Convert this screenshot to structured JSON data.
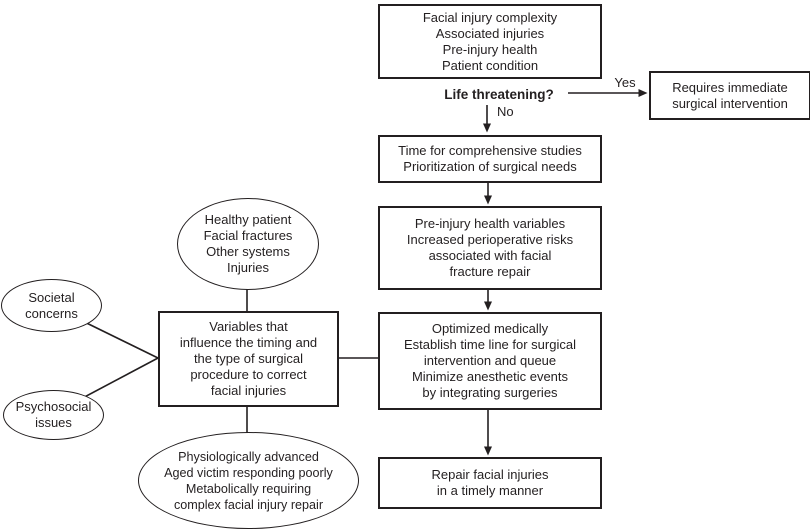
{
  "colors": {
    "ink": "#231f20",
    "background": "#ffffff",
    "node_fill": "#ffffff"
  },
  "labels": {
    "decision": "Life threatening?",
    "yes": "Yes",
    "no": "No"
  },
  "nodes": {
    "assessment": {
      "shape": "rect",
      "lines": [
        "Facial injury complexity",
        "Associated injuries",
        "Pre-injury health",
        "Patient condition"
      ]
    },
    "immediate": {
      "shape": "rect",
      "lines": [
        "Requires immediate",
        "surgical intervention"
      ]
    },
    "studies": {
      "shape": "rect",
      "lines": [
        "Time for comprehensive studies",
        "Prioritization of surgical needs"
      ]
    },
    "risks": {
      "shape": "rect",
      "lines": [
        "Pre-injury health variables",
        "Increased perioperative risks",
        "associated with facial",
        "fracture repair"
      ]
    },
    "optimized": {
      "shape": "rect",
      "lines": [
        "Optimized medically",
        "Establish time line for surgical",
        "intervention and queue",
        "Minimize anesthetic events",
        "by integrating surgeries"
      ]
    },
    "repair": {
      "shape": "rect",
      "lines": [
        "Repair facial injuries",
        "in a timely manner"
      ]
    },
    "variables": {
      "shape": "rect",
      "lines": [
        "Variables that",
        "influence the timing and",
        "the type of surgical",
        "procedure to correct",
        "facial injuries"
      ]
    },
    "healthy": {
      "shape": "ellipse",
      "lines": [
        "Healthy patient",
        "Facial fractures",
        "Other systems",
        "Injuries"
      ]
    },
    "societal": {
      "shape": "ellipse",
      "lines": [
        "Societal",
        "concerns"
      ]
    },
    "psychosocial": {
      "shape": "ellipse",
      "lines": [
        "Psychosocial",
        "issues"
      ]
    },
    "physiologic": {
      "shape": "ellipse",
      "lines": [
        "Physiologically advanced",
        "Aged victim responding poorly",
        "Metabolically requiring",
        "complex facial injury repair"
      ]
    }
  },
  "edges": [
    {
      "from": "decision",
      "to": "immediate",
      "label": "Yes",
      "arrow": true
    },
    {
      "from": "decision",
      "to": "studies",
      "label": "No",
      "arrow": true
    },
    {
      "from": "studies",
      "to": "risks",
      "label": "",
      "arrow": true
    },
    {
      "from": "risks",
      "to": "optimized",
      "label": "",
      "arrow": true
    },
    {
      "from": "optimized",
      "to": "repair",
      "label": "",
      "arrow": true
    },
    {
      "from": "variables",
      "to": "optimized",
      "label": "",
      "arrow": false
    },
    {
      "from": "healthy",
      "to": "variables",
      "label": "",
      "arrow": false
    },
    {
      "from": "variables",
      "to": "physiologic",
      "label": "",
      "arrow": false
    },
    {
      "from": "societal",
      "to": "variables",
      "label": "",
      "arrow": false
    },
    {
      "from": "psychosocial",
      "to": "variables",
      "label": "",
      "arrow": false
    }
  ]
}
